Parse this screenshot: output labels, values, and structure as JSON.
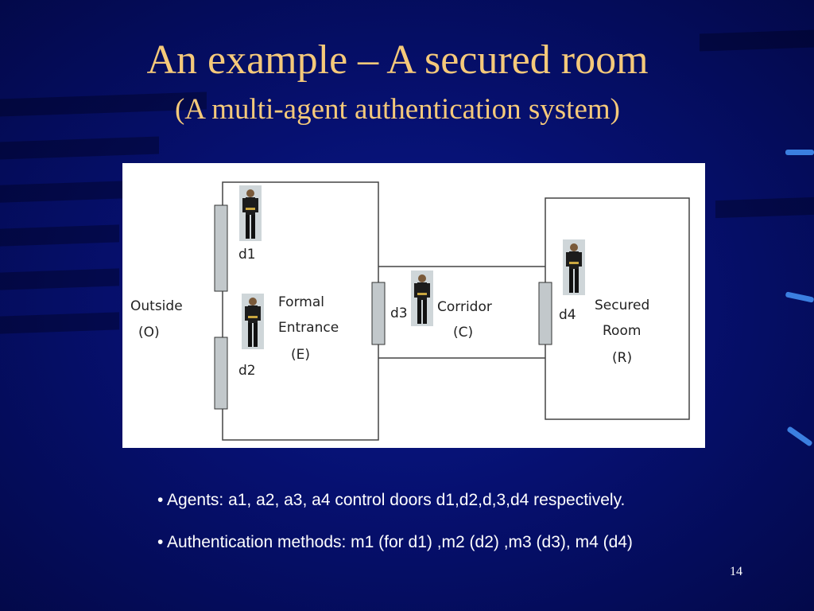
{
  "slide": {
    "title": "An example – A secured room",
    "subtitle": "(A multi-agent authentication system)",
    "page_number": "14"
  },
  "diagram": {
    "outside": [
      "Outside",
      "(O)"
    ],
    "entrance": [
      "Formal",
      "Entrance",
      "(E)"
    ],
    "corridor": [
      "Corridor",
      "(C)"
    ],
    "room": [
      "Secured",
      "Room",
      "(R)"
    ],
    "doors": [
      "d1",
      "d2",
      "d3",
      "d4"
    ]
  },
  "bullets": [
    "•  Agents: a1, a2, a3, a4  control doors d1,d2,d,3,d4 respectively.",
    "•  Authentication methods: m1 (for d1) ,m2 (d2) ,m3 (d3), m4 (d4)"
  ]
}
